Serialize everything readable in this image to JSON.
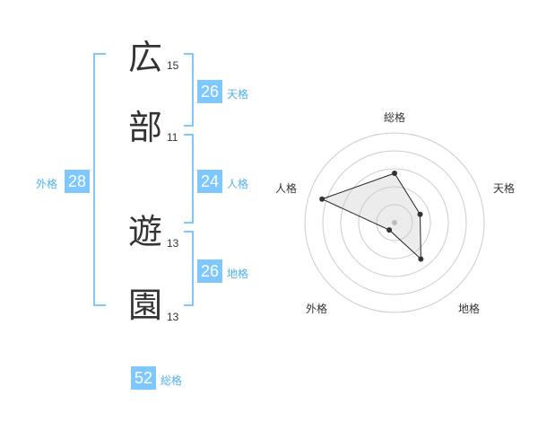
{
  "name_chars": [
    {
      "char": "広",
      "strokes": "15"
    },
    {
      "char": "部",
      "strokes": "11"
    },
    {
      "char": "遊",
      "strokes": "13"
    },
    {
      "char": "園",
      "strokes": "13"
    }
  ],
  "scores": {
    "tenkaku": {
      "label": "天格",
      "value": "26"
    },
    "jinkaku": {
      "label": "人格",
      "value": "24"
    },
    "chikaku": {
      "label": "地格",
      "value": "26"
    },
    "gaikaku": {
      "label": "外格",
      "value": "28"
    },
    "soukaku": {
      "label": "総格",
      "value": "52"
    }
  },
  "radar": {
    "axes": [
      "総格",
      "天格",
      "地格",
      "外格",
      "人格"
    ],
    "levels": [
      0.55,
      0.3,
      0.5,
      0.1,
      0.85
    ],
    "max": 1
  },
  "colors": {
    "accent": "#7ec8ff",
    "accent_text": "#4fb2ee",
    "text": "#333333",
    "ring": "#cccccc"
  }
}
